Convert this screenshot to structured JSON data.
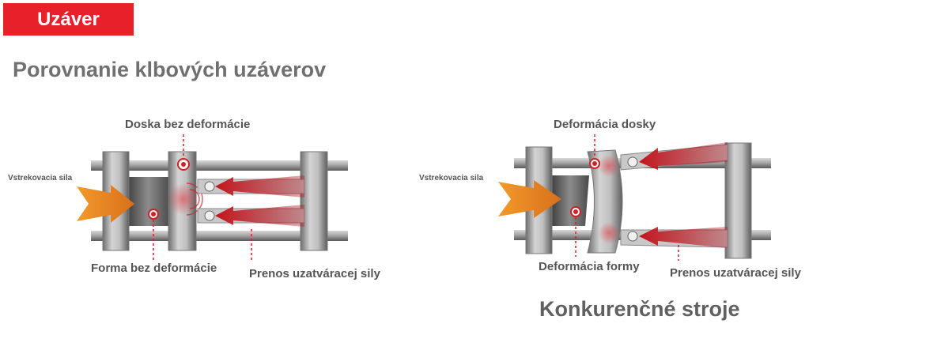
{
  "header": {
    "tag_label": "Uzáver"
  },
  "title": "Porovnanie klbových uzáverov",
  "left_diagram": {
    "labels": {
      "injection_force": "Vstrekovacia sila",
      "plate_no_deform": "Doska bez deformácie",
      "mold_no_deform": "Forma bez deformácie",
      "clamp_transfer": "Prenos uzatváracej sily"
    }
  },
  "right_diagram": {
    "labels": {
      "injection_force": "Vstrekovacia sila",
      "plate_deform": "Deformácia dosky",
      "mold_deform": "Deformácia formy",
      "clamp_transfer": "Prenos uzatváracej sily"
    },
    "caption": "Konkurenčné stroje"
  },
  "colors": {
    "accent_red": "#e8202a",
    "arrow_orange": "#f08a1c",
    "frame_gray": "#9a9a9a"
  }
}
